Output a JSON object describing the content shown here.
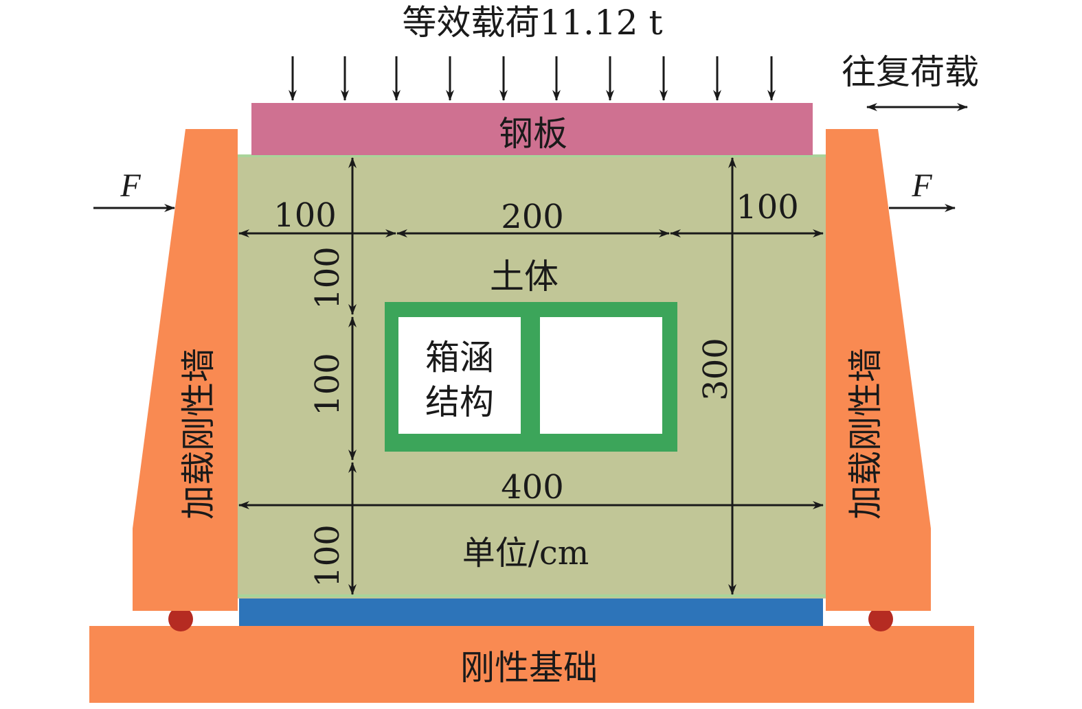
{
  "title": "等效载荷11.12 t",
  "cyclic_load_label": "往复荷载",
  "force_left": "F",
  "force_right": "F",
  "steel_plate_label": "钢板",
  "soil_label": "土体",
  "box_culvert_label": [
    "箱涵",
    "结构"
  ],
  "loading_wall_label_left": "加载刚性墙",
  "loading_wall_label_right": "加载刚性墙",
  "rigid_foundation_label": "刚性基础",
  "unit_label": "单位/cm",
  "dimensions": {
    "top_left": "100",
    "top_middle": "200",
    "top_right": "100",
    "total_width": "400",
    "left_top": "100",
    "left_middle": "100",
    "left_bottom": "100",
    "total_height": "300"
  },
  "colors": {
    "soil": "#c1c697",
    "soil_edge": "#a9d49a",
    "steel_plate": "#cf7191",
    "loading_wall": "#f98a52",
    "rigid_foundation": "#f98a52",
    "base_layer": "#2d74b9",
    "culvert_frame": "#3ca55a",
    "roller": "#b52b22"
  }
}
